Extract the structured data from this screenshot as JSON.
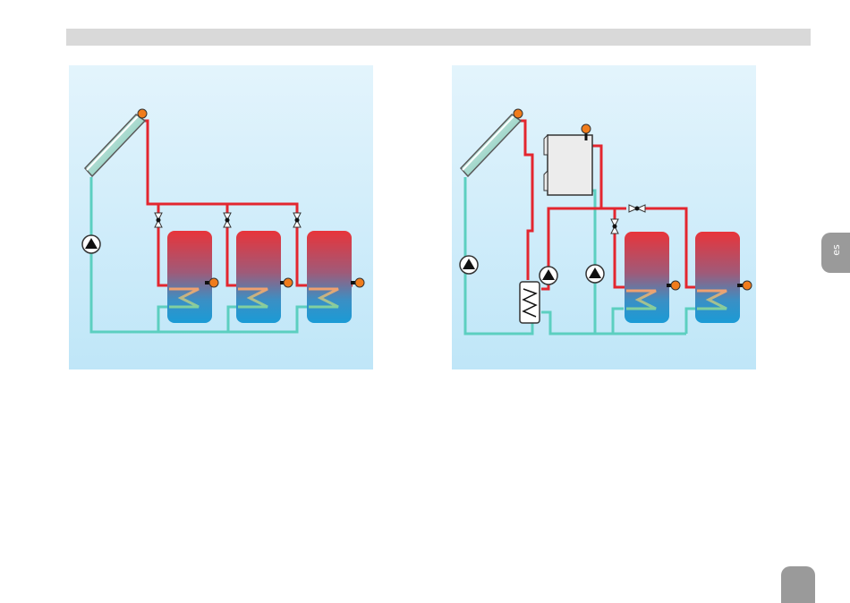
{
  "side_tab": {
    "language": "es"
  },
  "colors": {
    "hot_pipe": "#e3262f",
    "cold_pipe": "#5ccfc0",
    "panel_bg_top": "#e3f4fc",
    "panel_bg_bottom": "#bfe6f8",
    "sensor": "#f07c1c",
    "header_bar": "#d9d9d9",
    "tab": "#9a9a9a"
  },
  "diagrams": [
    {
      "id": "left",
      "components": [
        "solar-collector",
        "pump",
        "three-way-valves",
        "storage-tank-1",
        "storage-tank-2",
        "storage-tank-3",
        "temperature-sensors"
      ]
    },
    {
      "id": "right",
      "components": [
        "solar-collector",
        "pump-solar",
        "heat-exchanger",
        "pump-secondary",
        "pump-boiler",
        "boiler",
        "three-way-valves",
        "storage-tank-1",
        "storage-tank-2",
        "temperature-sensors"
      ]
    }
  ]
}
